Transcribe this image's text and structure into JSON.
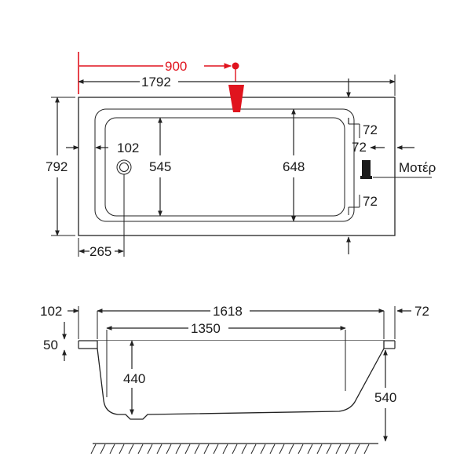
{
  "top_view": {
    "faucet_distance": "900",
    "length_outer": "1792",
    "width_outer": "792",
    "inner_width_mid": "545",
    "inner_width_deep": "648",
    "drain_diameter": "102",
    "drain_offset": "265",
    "wall_right_top": "72",
    "wall_right_mid": "72",
    "wall_right_bottom": "72",
    "motor_label": "Μοτέρ"
  },
  "side_view": {
    "rim_left": "102",
    "rim_right": "72",
    "top_length": "1618",
    "bottom_length": "1350",
    "rim_thickness": "50",
    "inner_depth": "440",
    "total_height": "540"
  },
  "colors": {
    "line": "#222222",
    "accent": "#e0141e"
  }
}
